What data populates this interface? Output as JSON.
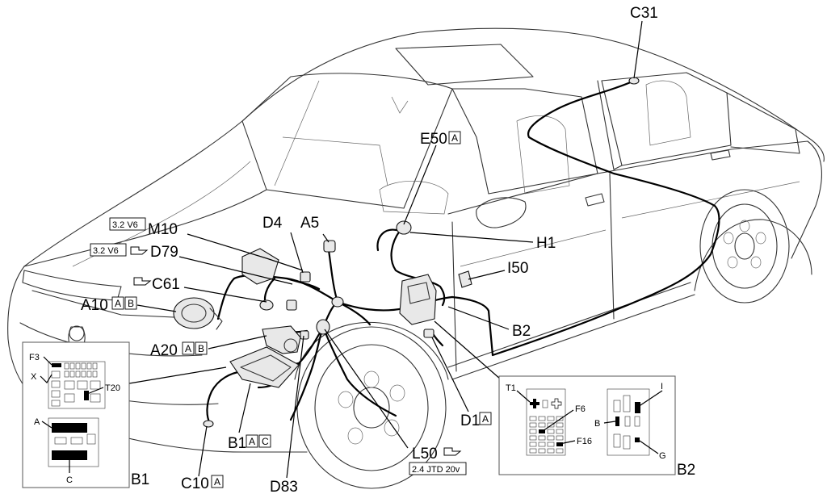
{
  "labels": {
    "c31": "C31",
    "e50": "E50",
    "e50_badge": "A",
    "m10": "M10",
    "d4": "D4",
    "a5": "A5",
    "h1": "H1",
    "d79": "D79",
    "i50": "I50",
    "c61": "C61",
    "a10": "A10",
    "a10_badge1": "A",
    "a10_badge2": "B",
    "b2_upper": "B2",
    "a20": "A20",
    "a20_badge1": "A",
    "a20_badge2": "B",
    "d1": "D1",
    "d1_badge": "A",
    "b1": "B1",
    "b1_badge1": "A",
    "b1_badge2": "C",
    "l50": "L50",
    "c10": "C10",
    "c10_badge": "A",
    "d83": "D83"
  },
  "notes": {
    "v6_upper": "3.2 V6",
    "v6_lower": "3.2 V6",
    "l50_engine": "2.4 JTD 20v"
  },
  "inset_b1": {
    "name": "B1",
    "f3": "F3",
    "x": "X",
    "t20": "T20",
    "a": "A",
    "c": "C"
  },
  "inset_b2": {
    "name": "B2",
    "t1": "T1",
    "f6": "F6",
    "f16": "F16",
    "i": "I",
    "b": "B",
    "g": "G"
  },
  "icons": [
    "connector-arrow-icon"
  ]
}
